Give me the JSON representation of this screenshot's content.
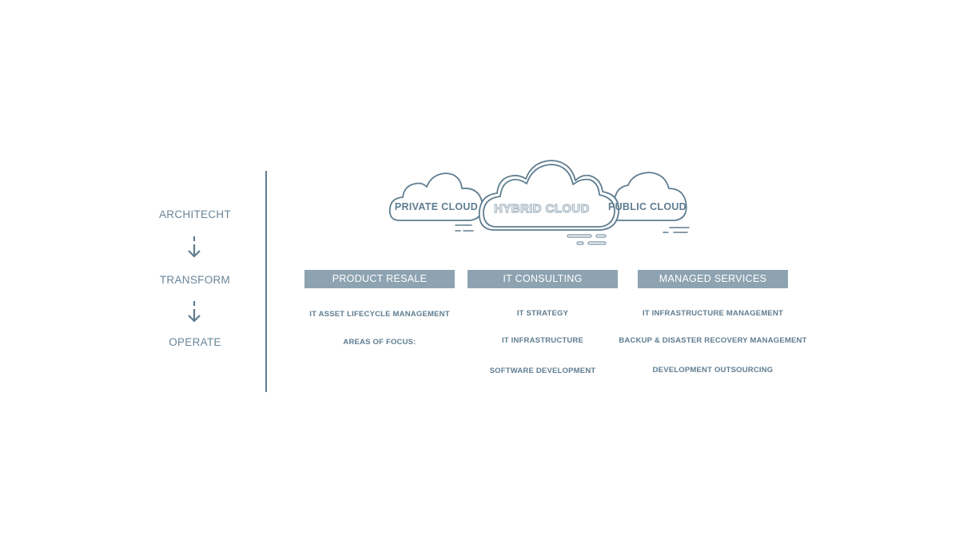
{
  "stages": {
    "architecht": "ARCHITECHT",
    "transform": "TRANSFORM",
    "operate": "OPERATE"
  },
  "clouds": {
    "private": "PRIVATE CLOUD",
    "hybrid": "HYBRID CLOUD",
    "public": "PUBLIC CLOUD"
  },
  "columns": {
    "product_resale": {
      "title": "PRODUCT RESALE",
      "items": [
        "IT ASSET LIFECYCLE MANAGEMENT",
        "AREAS OF FOCUS:"
      ]
    },
    "it_consulting": {
      "title": "IT CONSULTING",
      "items": [
        "IT STRATEGY",
        "IT INFRASTRUCTURE",
        "SOFTWARE DEVELOPMENT"
      ]
    },
    "managed_services": {
      "title": "MANAGED SERVICES",
      "items": [
        "IT INFRASTRUCTURE MANAGEMENT",
        "BACKUP & DISASTER RECOVERY MANAGEMENT",
        "DEVELOPMENT OUTSOURCING"
      ]
    }
  },
  "colors": {
    "primary": "#5f7d91",
    "header_bar": "#8ea3b1",
    "background": "#ffffff"
  }
}
